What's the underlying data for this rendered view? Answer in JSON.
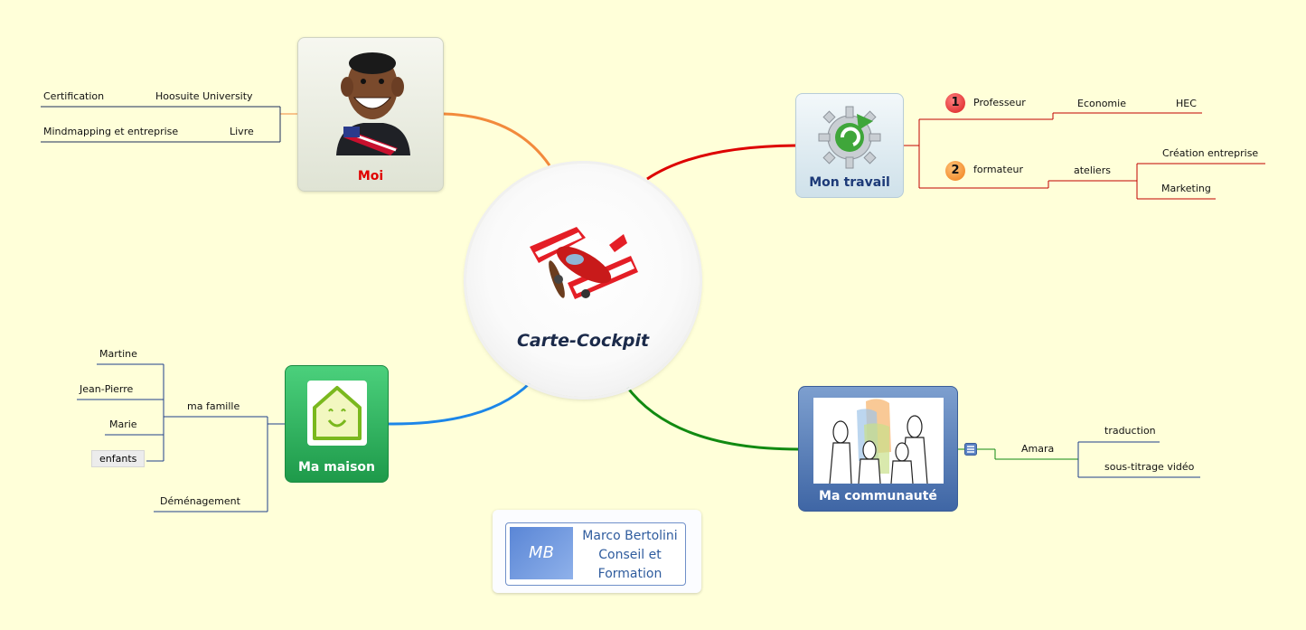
{
  "central": {
    "title": "Carte-Cockpit",
    "icon": "biplane-icon"
  },
  "branches": {
    "moi": {
      "title": "Moi",
      "color": "#e00000",
      "branch_color": "#f28a3c",
      "icon": "cartoon-portrait-icon"
    },
    "travail": {
      "title": "Mon travail",
      "color": "#1d3a78",
      "branch_color": "#dd0000",
      "icon": "gear-refresh-icon"
    },
    "maison": {
      "title": "Ma maison",
      "color": "#ffffff",
      "branch_color": "#1c86e8",
      "icon": "smiling-house-icon"
    },
    "communaute": {
      "title": "Ma communauté",
      "color": "#ffffff",
      "branch_color": "#118a11",
      "icon": "people-sketch-icon"
    }
  },
  "moi_items": [
    {
      "label": "Certification",
      "detail": "Hoosuite University"
    },
    {
      "label": "Mindmapping et entreprise",
      "detail": "Livre"
    }
  ],
  "travail_items": {
    "prof": {
      "num": "1",
      "label": "Professeur",
      "sub": "Economie",
      "subsub": "HEC"
    },
    "form": {
      "num": "2",
      "label": "formateur",
      "sub": "ateliers",
      "subsubs": [
        "Création entreprise",
        "Marketing"
      ]
    }
  },
  "maison_items": {
    "famille": "ma famille",
    "members": [
      "Martine",
      "Jean-Pierre",
      "Marie",
      "enfants"
    ],
    "demenagement": "Déménagement"
  },
  "communaute_items": {
    "amara": "Amara",
    "subs": [
      "traduction",
      "sous-titrage vidéo"
    ],
    "note_icon": "note-icon"
  },
  "logo": {
    "initials": "MB",
    "line1": "Marco Bertolini",
    "line2": "Conseil et",
    "line3": "Formation"
  }
}
